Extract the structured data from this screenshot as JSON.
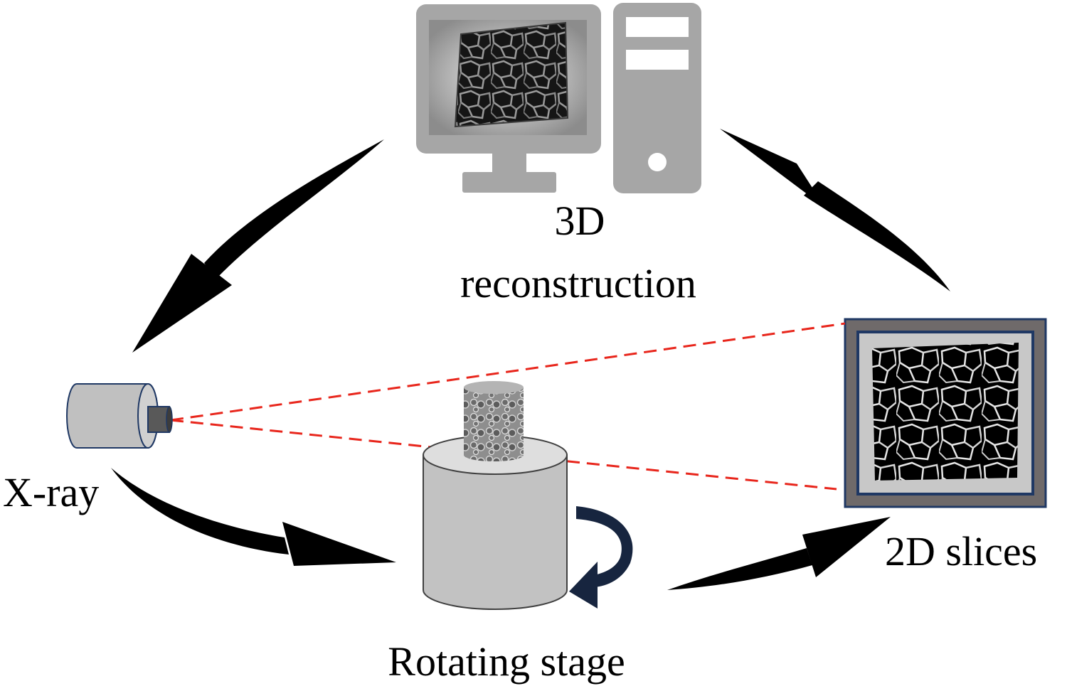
{
  "labels": {
    "reconstruction_line1": "3D",
    "reconstruction_line2": "reconstruction",
    "xray": "X-ray",
    "stage": "Rotating stage",
    "slices": "2D slices"
  },
  "icons": {
    "computer": "monitor-and-tower-icon",
    "source": "xray-source-icon",
    "stage": "rotating-stage-icon",
    "rotation": "rotation-arrow-icon",
    "detector": "detector-slice-icon"
  },
  "colors": {
    "device_gray": "#a6a6a6",
    "arrow": "#000000",
    "beam": "#e8261c",
    "detector_frame": "#1f3864",
    "detector_inner": "#c8c8c8",
    "rotation_arrow": "#17253f"
  }
}
